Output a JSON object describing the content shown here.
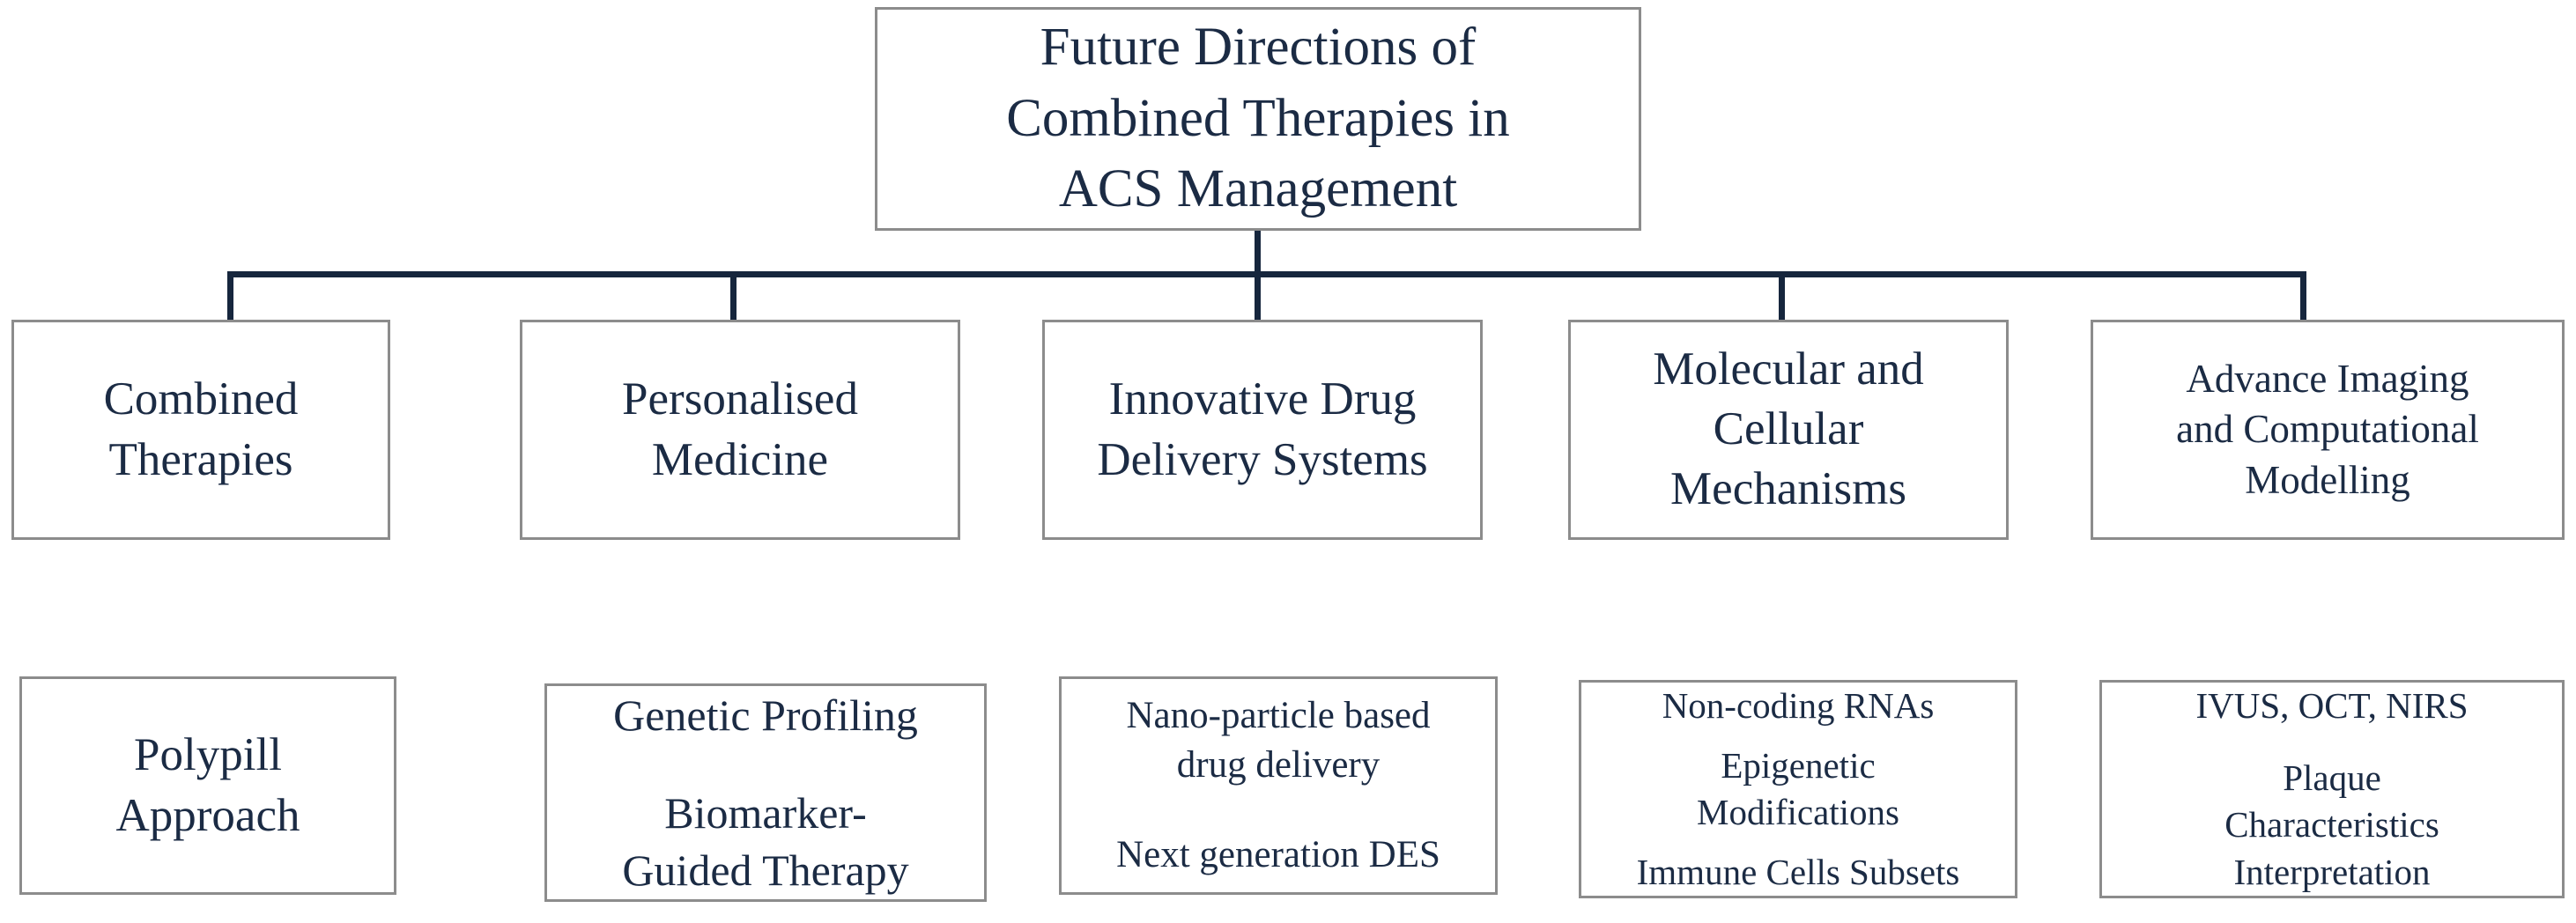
{
  "diagram": {
    "type": "hierarchy-flowchart",
    "colors": {
      "text": "#1b2b44",
      "box_border": "#8c8c8c",
      "connector": "#16263d",
      "background": "#ffffff"
    },
    "title": {
      "lines": [
        "Future Directions of",
        "Combined Therapies in",
        "ACS Management"
      ]
    },
    "branches": [
      {
        "id": "combined-therapies",
        "lines": [
          "Combined",
          "Therapies"
        ],
        "sub": {
          "groups": [
            {
              "lines": [
                "Polypill",
                "Approach"
              ]
            }
          ]
        }
      },
      {
        "id": "personalised-medicine",
        "lines": [
          "Personalised",
          "Medicine"
        ],
        "sub": {
          "groups": [
            {
              "lines": [
                "Genetic Profiling"
              ]
            },
            {
              "lines": [
                "Biomarker-",
                "Guided Therapy"
              ]
            }
          ]
        }
      },
      {
        "id": "innovative-drug-delivery",
        "lines": [
          "Innovative Drug",
          "Delivery Systems"
        ],
        "sub": {
          "groups": [
            {
              "lines": [
                "Nano-particle based",
                "drug delivery"
              ]
            },
            {
              "lines": [
                "Next generation DES"
              ]
            }
          ]
        }
      },
      {
        "id": "molecular-cellular-mechanisms",
        "lines": [
          "Molecular and",
          "Cellular",
          "Mechanisms"
        ],
        "sub": {
          "groups": [
            {
              "lines": [
                "Non-coding RNAs"
              ]
            },
            {
              "lines": [
                "Epigenetic",
                "Modifications"
              ]
            },
            {
              "lines": [
                "Immune Cells Subsets"
              ]
            }
          ]
        }
      },
      {
        "id": "advance-imaging-computational-modelling",
        "lines": [
          "Advance Imaging",
          "and Computational",
          "Modelling"
        ],
        "sub": {
          "groups": [
            {
              "lines": [
                "IVUS, OCT, NIRS"
              ]
            },
            {
              "lines": [
                "Plaque",
                "Characteristics",
                "Interpretation"
              ]
            }
          ]
        }
      }
    ]
  }
}
